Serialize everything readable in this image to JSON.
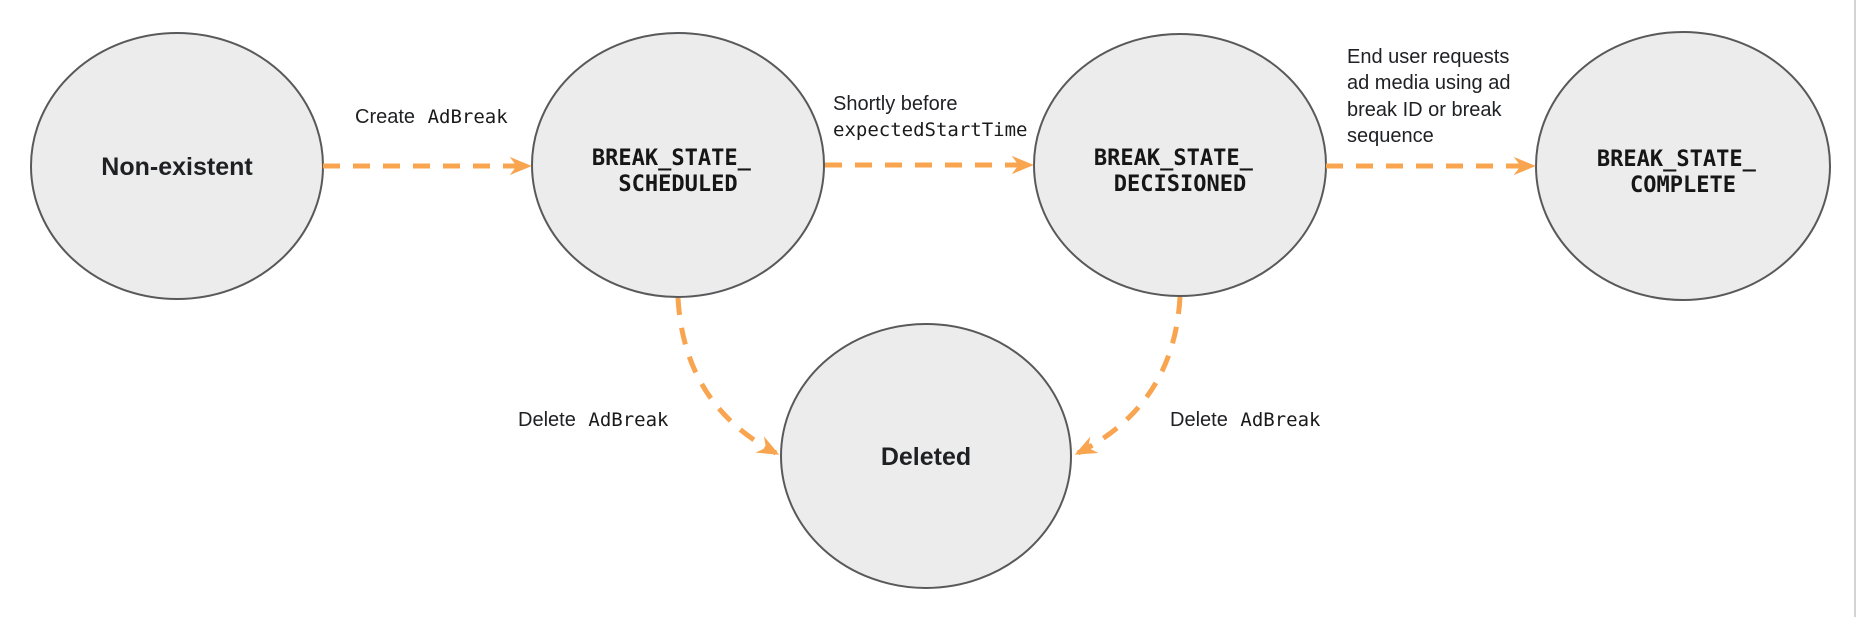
{
  "diagram": {
    "type": "state-diagram",
    "colors": {
      "node_fill": "#ececec",
      "node_stroke": "#58595b",
      "arrow": "#f9a44f",
      "label_text": "#202124",
      "panel_border": "#d4d4d4"
    },
    "nodes": [
      {
        "id": "non-existent",
        "label": "Non-existent"
      },
      {
        "id": "break-state-scheduled",
        "line1": "BREAK_STATE_",
        "line2": "SCHEDULED"
      },
      {
        "id": "break-state-decisioned",
        "line1": "BREAK_STATE_",
        "line2": "DECISIONED"
      },
      {
        "id": "break-state-complete",
        "line1": "BREAK_STATE_",
        "line2": "COMPLETE"
      },
      {
        "id": "deleted",
        "label": "Deleted"
      }
    ],
    "edges": {
      "create": {
        "from": "non-existent",
        "to": "break-state-scheduled",
        "label_text": "Create",
        "label_code": "AdBreak"
      },
      "decision": {
        "from": "break-state-scheduled",
        "to": "break-state-decisioned",
        "line1": "Shortly before",
        "line2_code": "expectedStartTime"
      },
      "complete": {
        "from": "break-state-decisioned",
        "to": "break-state-complete",
        "lines": [
          "End user requests",
          "ad media using ad",
          "break ID or break",
          "sequence"
        ]
      },
      "delete_from_scheduled": {
        "from": "break-state-scheduled",
        "to": "deleted",
        "label_text": "Delete",
        "label_code": "AdBreak"
      },
      "delete_from_decisioned": {
        "from": "break-state-decisioned",
        "to": "deleted",
        "label_text": "Delete",
        "label_code": "AdBreak"
      }
    }
  }
}
